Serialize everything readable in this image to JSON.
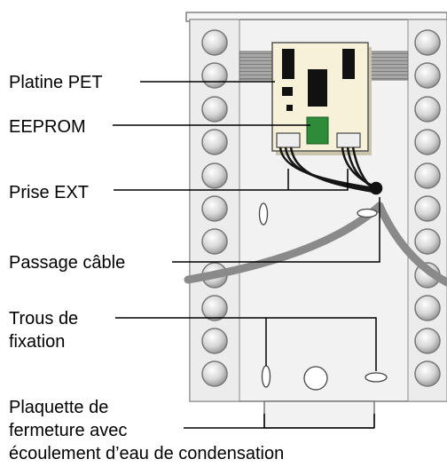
{
  "labels": {
    "platine": "Platine PET",
    "eeprom": "EEPROM",
    "prise": "Prise EXT",
    "passage": "Passage câble",
    "trous_line1": "Trous de",
    "trous_line2": "fixation",
    "plaquette_line1": "Plaquette de",
    "plaquette_line2": "fermeture avec",
    "plaquette_line3": "écoulement d’eau de condensation"
  },
  "colors": {
    "housing": "#f0f0f0",
    "outline": "#707070",
    "board": "#f6f1d8",
    "eeprom_chip": "#2e8b3a",
    "ic": "#101010",
    "ribbon": "#9a9a9a",
    "cable": "#8c8c8c",
    "knob": "#d0d0d0"
  }
}
